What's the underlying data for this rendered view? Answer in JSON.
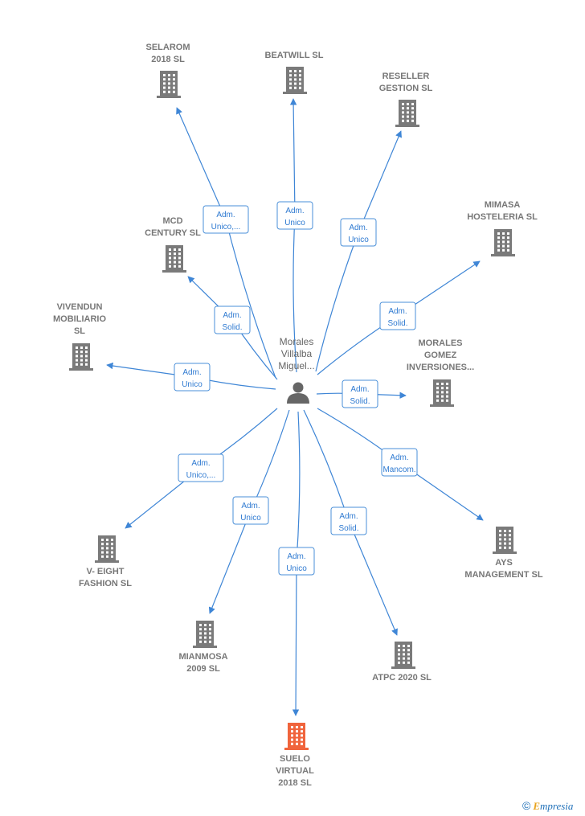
{
  "center": {
    "label_lines": [
      "Morales",
      "Villalba",
      "Miguel..."
    ],
    "icon": "person-icon"
  },
  "colors": {
    "company": "#7a7a7a",
    "highlight": "#f0643c",
    "edge": "#3f86d6",
    "role_text": "#2f7ad1",
    "person": "#666666"
  },
  "companies": [
    {
      "id": "selarom",
      "lines": [
        "SELAROM",
        "2018  SL"
      ],
      "role": [
        "Adm.",
        "Unico,..."
      ]
    },
    {
      "id": "beatwill",
      "lines": [
        "BEATWILL  SL"
      ],
      "role": [
        "Adm.",
        "Unico"
      ]
    },
    {
      "id": "reseller",
      "lines": [
        "RESELLER",
        "GESTION  SL"
      ],
      "role": [
        "Adm.",
        "Unico"
      ]
    },
    {
      "id": "mimasa",
      "lines": [
        "MIMASA",
        "HOSTELERIA SL"
      ],
      "role": [
        "Adm.",
        "Solid."
      ]
    },
    {
      "id": "mcd",
      "lines": [
        "MCD",
        "CENTURY  SL"
      ],
      "role": [
        "Adm.",
        "Solid."
      ]
    },
    {
      "id": "vivendun",
      "lines": [
        "VIVENDUN",
        "MOBILIARIO",
        "SL"
      ],
      "role": [
        "Adm.",
        "Unico"
      ]
    },
    {
      "id": "morales-gomez",
      "lines": [
        "MORALES",
        "GOMEZ",
        "INVERSIONES..."
      ],
      "role": [
        "Adm.",
        "Solid."
      ]
    },
    {
      "id": "ays",
      "lines": [
        "AYS",
        "MANAGEMENT SL"
      ],
      "role": [
        "Adm.",
        "Mancom."
      ]
    },
    {
      "id": "v-eight",
      "lines": [
        "V- EIGHT",
        "FASHION  SL"
      ],
      "role": [
        "Adm.",
        "Unico,..."
      ]
    },
    {
      "id": "mianmosa",
      "lines": [
        "MIANMOSA",
        "2009 SL"
      ],
      "role": [
        "Adm.",
        "Unico"
      ]
    },
    {
      "id": "atpc",
      "lines": [
        "ATPC 2020  SL"
      ],
      "role": [
        "Adm.",
        "Solid."
      ]
    },
    {
      "id": "suelo",
      "lines": [
        "SUELO",
        "VIRTUAL",
        "2018  SL"
      ],
      "role": [
        "Adm.",
        "Unico"
      ],
      "highlight": true
    }
  ],
  "brand": {
    "copyright": "©",
    "first_letter": "E",
    "rest": "mpresia"
  }
}
